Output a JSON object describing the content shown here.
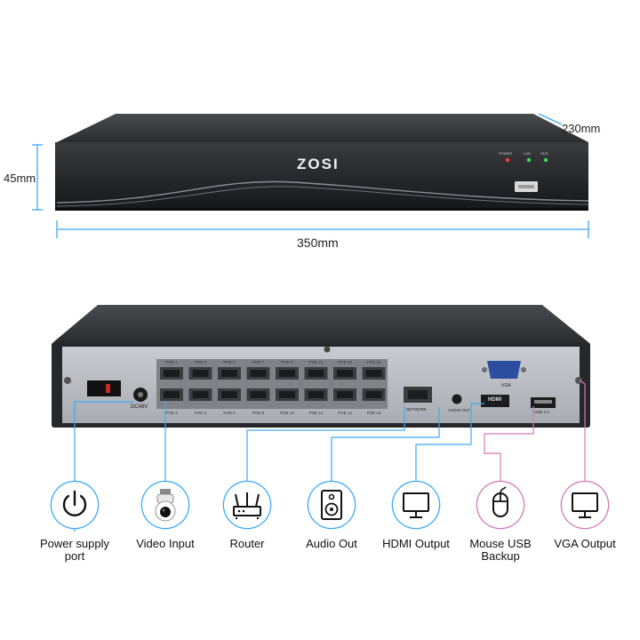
{
  "front": {
    "brand": "ZOSI",
    "leds": [
      "POWER",
      "LAN",
      "HDD"
    ],
    "dimensions": {
      "depth": "230mm",
      "height": "45mm",
      "width": "350mm"
    }
  },
  "rear": {
    "power_label": "DC48V",
    "poe_top": [
      "POE 1",
      "POE 3",
      "POE 5",
      "POE 7",
      "POE 9",
      "POE 11",
      "POE 13",
      "POE 15"
    ],
    "poe_bottom": [
      "POE 2",
      "POE 4",
      "POE 6",
      "POE 8",
      "POE 10",
      "POE 12",
      "POE 14",
      "POE 16"
    ],
    "network_label": "NETWORK",
    "audio_label": "AUDIO OUT",
    "hdmi_label": "HDMI",
    "vga_label": "VGA",
    "usb_label": "USB 2.0"
  },
  "features": [
    {
      "icon": "power-icon",
      "label": "Power supply port"
    },
    {
      "icon": "camera-icon",
      "label": "Video Input"
    },
    {
      "icon": "router-icon",
      "label": "Router"
    },
    {
      "icon": "speaker-icon",
      "label": "Audio Out"
    },
    {
      "icon": "monitor-icon",
      "label": "HDMI Output"
    },
    {
      "icon": "mouse-icon",
      "label": "Mouse USB Backup"
    },
    {
      "icon": "monitor-icon",
      "label": "VGA Output"
    }
  ],
  "colors": {
    "accent": "#3fa9f5",
    "accent_pink": "#d47ab8",
    "body": "#2a2b2e",
    "panel": "#b9bcc2"
  }
}
